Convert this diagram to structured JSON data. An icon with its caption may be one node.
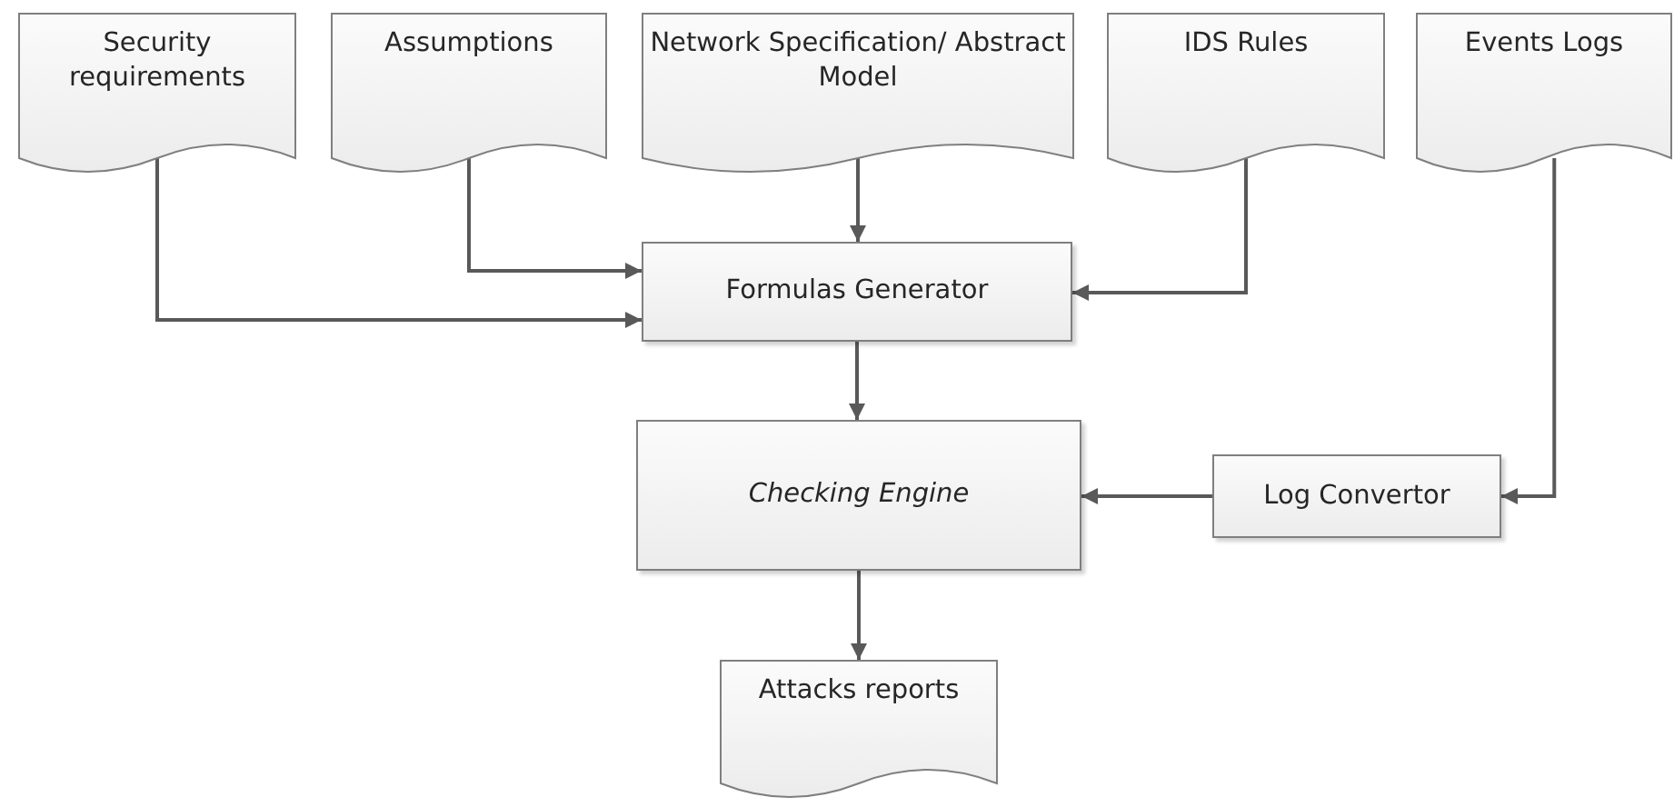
{
  "diagram": {
    "nodes": [
      {
        "text": [
          "Security requirements"
        ]
      },
      {
        "text": [
          "Assumptions"
        ]
      },
      {
        "text": [
          "Network Specification/ Abstract Model"
        ]
      },
      {
        "text": [
          "IDS Rules"
        ]
      },
      {
        "text": [
          "Events Logs"
        ]
      },
      {
        "text": [
          "Formulas Generator"
        ]
      },
      {
        "text": [
          "Checking Engine"
        ]
      },
      {
        "text": [
          "Log Convertor"
        ]
      },
      {
        "text": [
          "Attacks reports"
        ]
      }
    ],
    "edges": [
      {
        "from": 0,
        "to": 5,
        "arrow": "to"
      },
      {
        "from": 1,
        "to": 5,
        "arrow": "to"
      },
      {
        "from": 2,
        "to": 5,
        "arrow": "to"
      },
      {
        "from": 3,
        "to": 5,
        "arrow": "to"
      },
      {
        "from": 5,
        "to": 6,
        "arrow": "to"
      },
      {
        "from": 4,
        "to": 7,
        "arrow": "to"
      },
      {
        "from": 7,
        "to": 6,
        "arrow": "to"
      },
      {
        "from": 6,
        "to": 8,
        "arrow": "to"
      }
    ]
  }
}
